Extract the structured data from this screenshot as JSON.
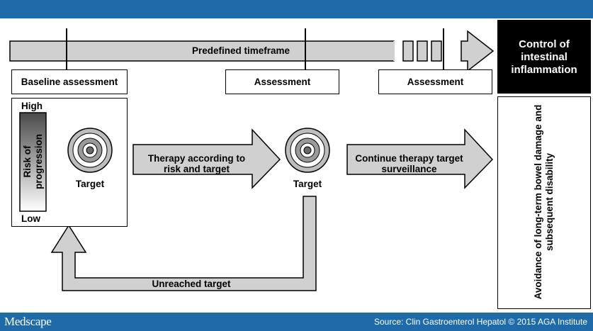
{
  "diagram": {
    "timeframe_label": "Predefined timeframe",
    "baseline_label": "Baseline assessment",
    "assessment_label_1": "Assessment",
    "assessment_label_2": "Assessment",
    "control_label": "Control of intestinal inflammation",
    "high_label": "High",
    "low_label": "Low",
    "risk_label": "Risk of progression",
    "target_label_1": "Target",
    "target_label_2": "Target",
    "therapy_arrow_label": "Therapy according to risk and target",
    "continue_arrow_label": "Continue therapy target surveillance",
    "unreached_label": "Unreached target",
    "outcome_label": "Avoidance of long-term bowel damage and subsequent disability"
  },
  "footer": {
    "brand": "Medscape",
    "source": "Source: Clin Gastroenterol Hepatol © 2015 AGA Institute"
  },
  "colors": {
    "header_bar": "#1f6aa8",
    "arrow_fill": "#d0d0d0",
    "control_box": "#000000"
  }
}
